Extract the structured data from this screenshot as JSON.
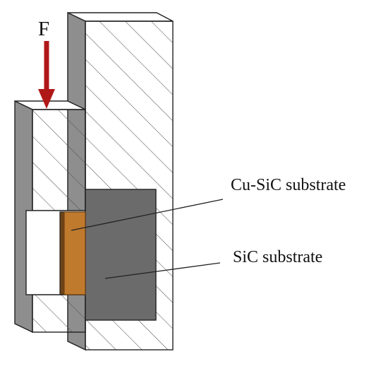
{
  "force": {
    "label": "F",
    "color": "#b01818"
  },
  "labels": {
    "cu_sic": "Cu-SiC substrate",
    "sic": "SiC substrate"
  },
  "colors": {
    "hatch_line": "#555555",
    "outline": "#222222",
    "side_face": "#8e8e8e",
    "top_face": "#ffffff",
    "sic_block": "#6b6b6b",
    "cu_block": "#c07a2e",
    "cu_block_edge": "#6e4316"
  }
}
